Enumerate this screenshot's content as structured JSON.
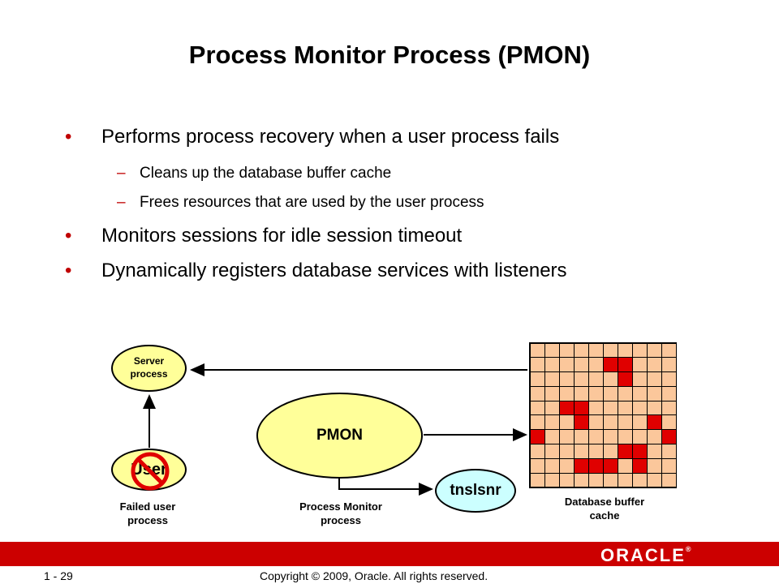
{
  "slide": {
    "title": "Process Monitor Process (PMON)",
    "bullets": [
      {
        "text": "Performs process recovery when a user process fails"
      },
      {
        "text": "Cleans up the database buffer cache"
      },
      {
        "text": "Frees resources that are used by the user process"
      },
      {
        "text": "Monitors sessions for idle session timeout"
      },
      {
        "text": "Dynamically registers database services with listeners"
      }
    ],
    "bullet_glyph": "•",
    "sub_glyph": "–",
    "accent_color": "#cc0000"
  },
  "diagram": {
    "server_line1": "Server",
    "server_line2": "process",
    "user_label": "User",
    "failed_line1": "Failed user",
    "failed_line2": "process",
    "pmon_label": "PMON",
    "pmon_cap_line1": "Process Monitor",
    "pmon_cap_line2": "process",
    "tns_label": "tnslsnr",
    "cache_cap_line1": "Database buffer",
    "cache_cap_line2": "cache",
    "no_symbol_icon": "prohibited-icon",
    "buffer_colors": {
      "clean": "#fbc79b",
      "dirty": "#e00000"
    },
    "dirty_cells": [
      [
        1,
        5
      ],
      [
        1,
        6
      ],
      [
        2,
        6
      ],
      [
        4,
        2
      ],
      [
        4,
        3
      ],
      [
        5,
        3
      ],
      [
        5,
        8
      ],
      [
        6,
        0
      ],
      [
        6,
        9
      ],
      [
        7,
        6
      ],
      [
        7,
        7
      ],
      [
        8,
        3
      ],
      [
        8,
        4
      ],
      [
        8,
        5
      ],
      [
        8,
        7
      ]
    ]
  },
  "footer": {
    "page_number": "1 - 29",
    "copyright": "Copyright © 2009, Oracle. All rights reserved.",
    "logo_text": "ORACLE",
    "logo_mark": "®"
  }
}
